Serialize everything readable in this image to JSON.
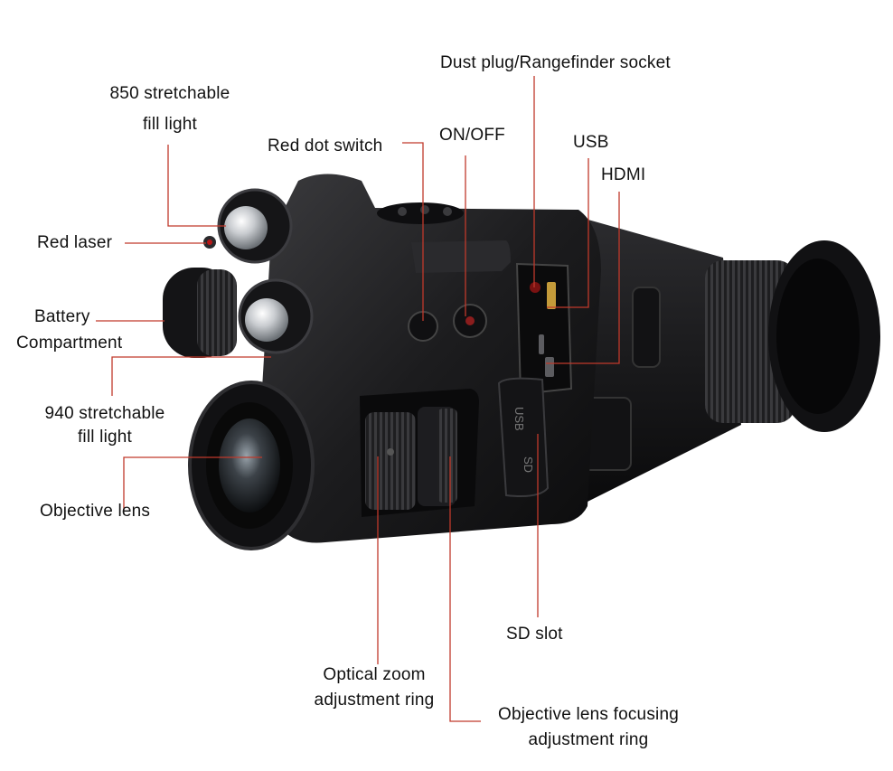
{
  "callouts": {
    "fill_850_line1": "850 stretchable",
    "fill_850_line2": "fill light",
    "red_dot_switch": "Red dot switch",
    "on_off": "ON/OFF",
    "dust_plug": "Dust plug/Rangefinder socket",
    "usb": "USB",
    "hdmi": "HDMI",
    "red_laser": "Red laser",
    "battery_line1": "Battery",
    "battery_line2": "Compartment",
    "fill_940_line1": "940 stretchable",
    "fill_940_line2": "fill light",
    "objective_lens": "Objective lens",
    "sd_slot": "SD slot",
    "optical_zoom_line1": "Optical zoom",
    "optical_zoom_line2": "adjustment ring",
    "focusing_line1": "Objective lens focusing",
    "focusing_line2": "adjustment ring"
  },
  "device": {
    "flap_text_usb": "USB",
    "flap_text_sd": "SD"
  },
  "colors": {
    "leader_line": "#c0392b",
    "body": "#1b1b1d",
    "label_text": "#111111"
  }
}
